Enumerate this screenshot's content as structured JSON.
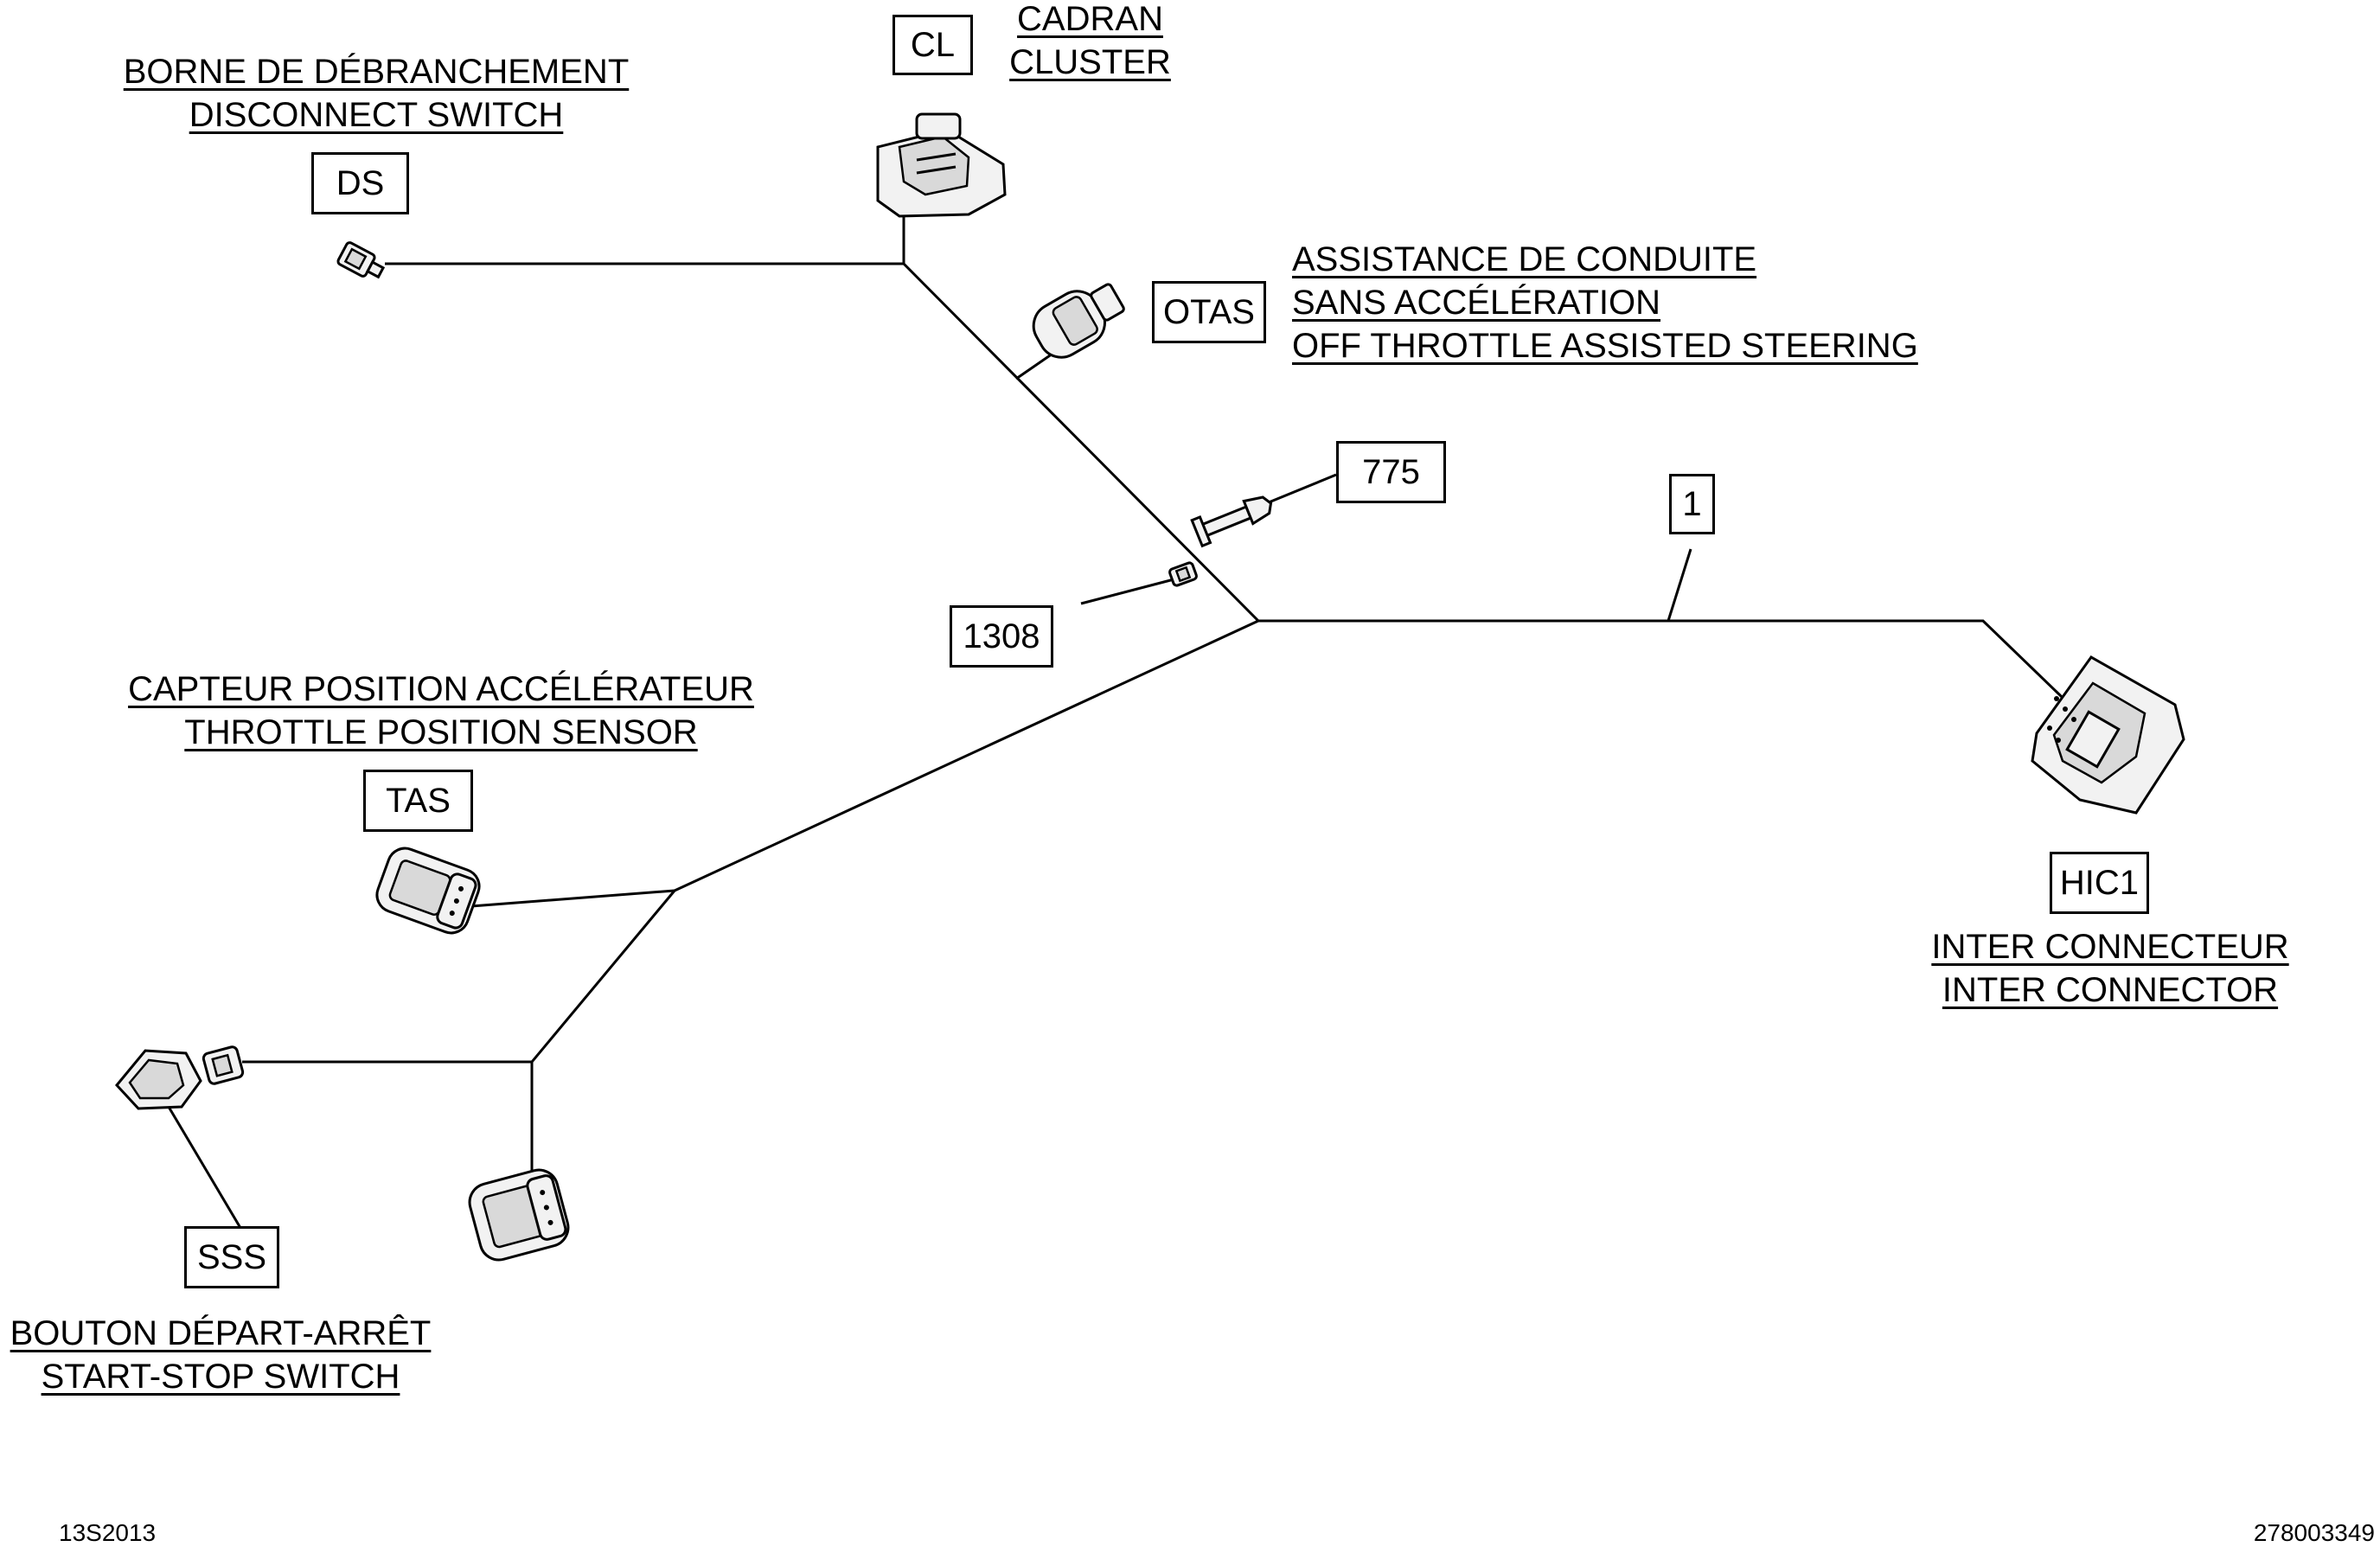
{
  "labels": {
    "disconnect_switch": [
      "BORNE DE DÉBRANCHEMENT",
      "DISCONNECT SWITCH"
    ],
    "cluster": [
      "CADRAN",
      "CLUSTER"
    ],
    "otas": [
      "ASSISTANCE DE CONDUITE",
      "SANS ACCÉLÉRATION",
      "OFF THROTTLE ASSISTED STEERING"
    ],
    "throttle_sensor": [
      "CAPTEUR POSITION ACCÉLÉRATEUR",
      "THROTTLE POSITION SENSOR"
    ],
    "inter_connector": [
      "INTER CONNECTEUR",
      "INTER CONNECTOR"
    ],
    "start_stop": [
      "BOUTON DÉPART-ARRÊT",
      "START-STOP SWITCH"
    ]
  },
  "boxes": {
    "ds": "DS",
    "cl": "CL",
    "otas": "OTAS",
    "b775": "775",
    "b1308": "1308",
    "b1": "1",
    "tas": "TAS",
    "hic1": "HIC1",
    "sss": "SSS"
  },
  "codes": {
    "left": "13S2013",
    "right": "278003349"
  }
}
